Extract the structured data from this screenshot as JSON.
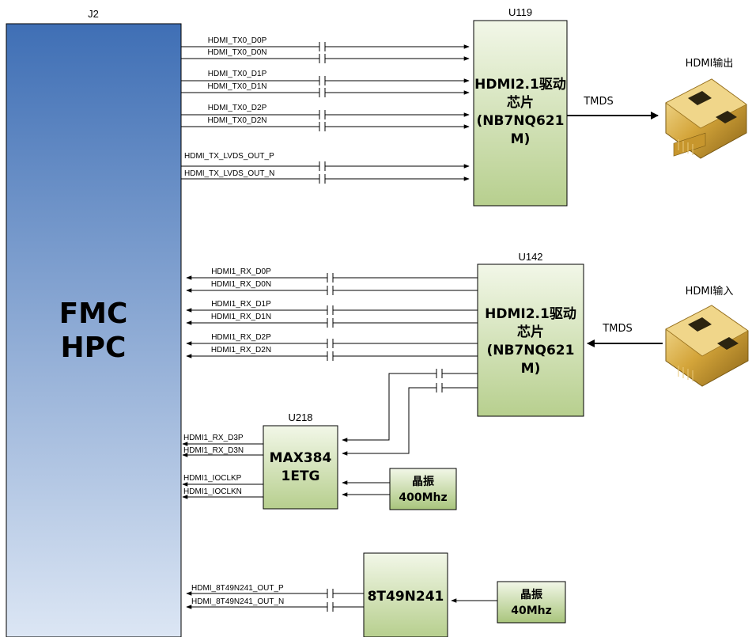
{
  "fmc": {
    "ref": "J2",
    "line1": "FMC",
    "line2": "HPC"
  },
  "u119": {
    "ref": "U119",
    "lines": [
      "HDMI2.1驱动",
      "芯片",
      "(NB7NQ621",
      "M)"
    ],
    "signals": [
      "HDMI_TX0_D0P",
      "HDMI_TX0_D0N",
      "HDMI_TX0_D1P",
      "HDMI_TX0_D1N",
      "HDMI_TX0_D2P",
      "HDMI_TX0_D2N",
      "HDMI_TX_LVDS_OUT_P",
      "HDMI_TX_LVDS_OUT_N"
    ],
    "tmds": "TMDS",
    "connector": "HDMI输出"
  },
  "u142": {
    "ref": "U142",
    "lines": [
      "HDMI2.1驱动",
      "芯片",
      "(NB7NQ621",
      "M)"
    ],
    "signals": [
      "HDMI1_RX_D0P",
      "HDMI1_RX_D0N",
      "HDMI1_RX_D1P",
      "HDMI1_RX_D1N",
      "HDMI1_RX_D2P",
      "HDMI1_RX_D2N"
    ],
    "tmds": "TMDS",
    "connector": "HDMI输入"
  },
  "u218": {
    "ref": "U218",
    "lines": [
      "MAX384",
      "1ETG"
    ],
    "signals": [
      "HDMI1_RX_D3P",
      "HDMI1_RX_D3N",
      "HDMI1_IOCLKP",
      "HDMI1_IOCLKN"
    ]
  },
  "osc1": {
    "lines": [
      "晶振",
      "400Mhz"
    ]
  },
  "clk": {
    "label": "8T49N241",
    "signals": [
      "HDMI_8T49N241_OUT_P",
      "HDMI_8T49N241_OUT_N"
    ]
  },
  "osc2": {
    "lines": [
      "晶振",
      "40Mhz"
    ]
  },
  "colors": {
    "fmc_top": "#3f6fb5",
    "fmc_bottom": "#dce6f4",
    "chip_top": "#f2f7e8",
    "chip_bottom": "#b7cf8e"
  }
}
